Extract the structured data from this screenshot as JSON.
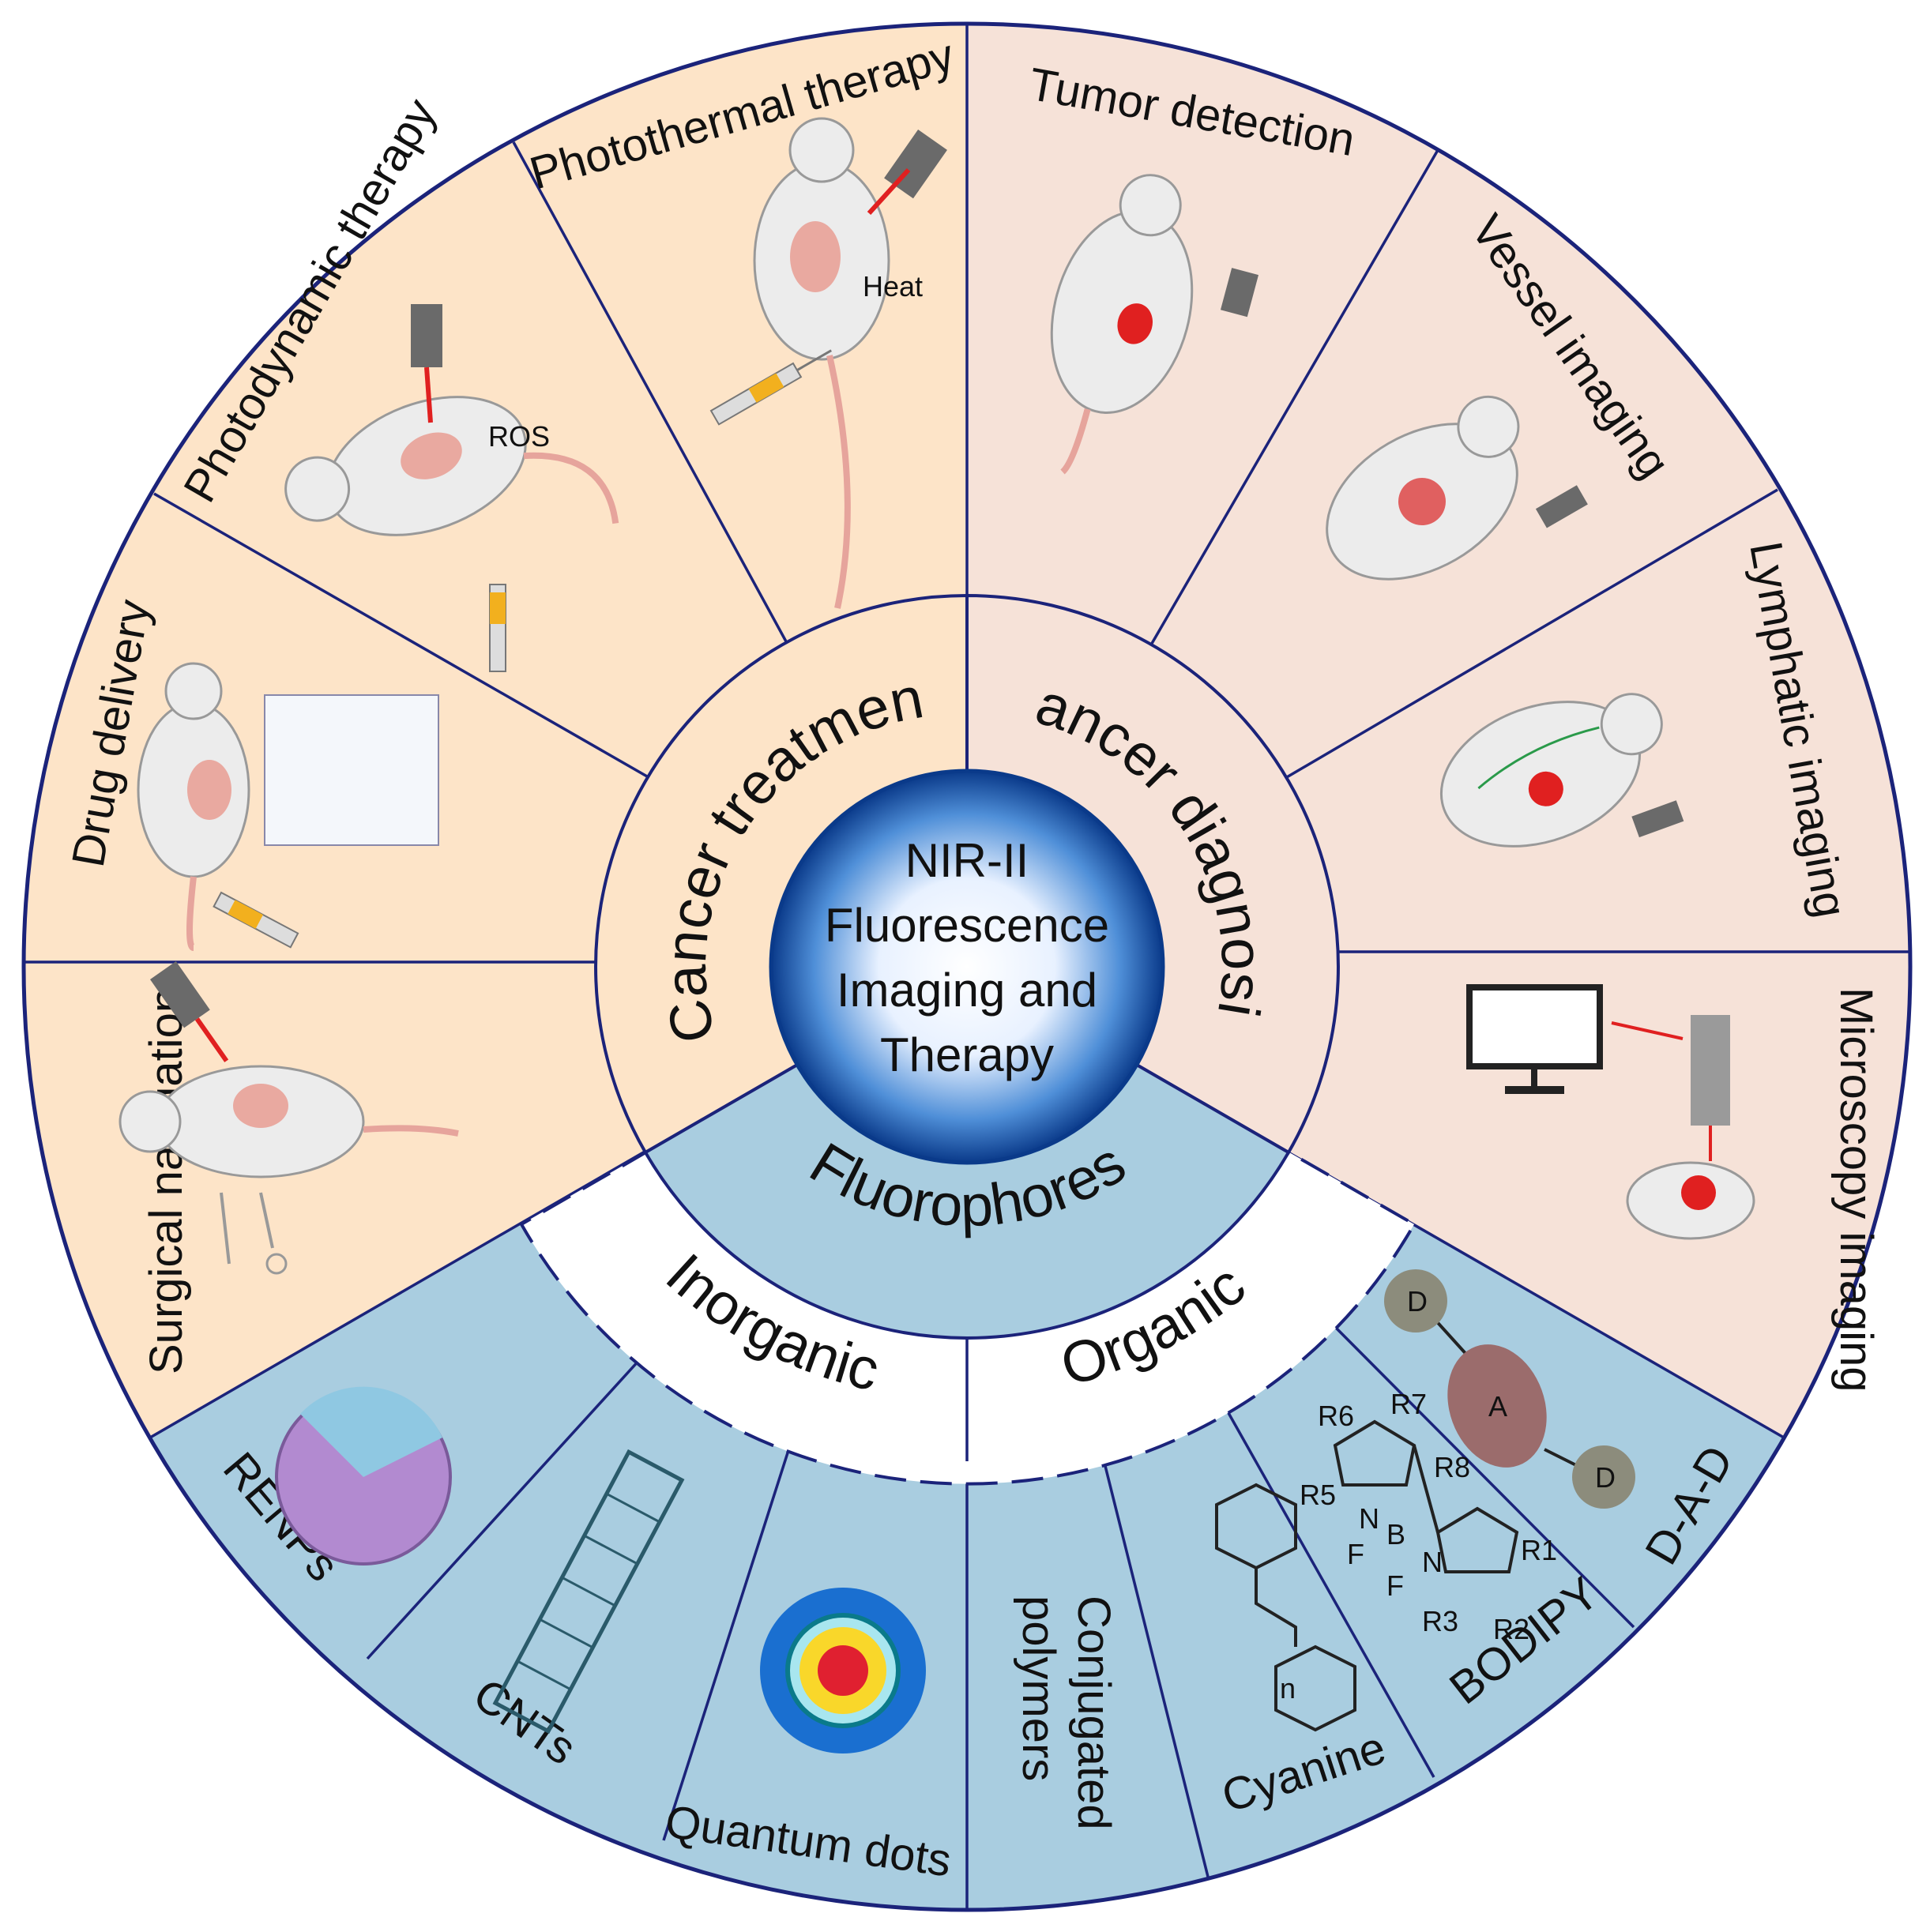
{
  "center_label": [
    "NIR-II",
    "Fluorescence",
    "Imaging and",
    "Therapy"
  ],
  "groups": {
    "treatment": "Cancer treatment",
    "diagnosis": "Cancer diagnosis",
    "fluorophores": "Fluorophores",
    "inorganic": "Inorganic",
    "organic": "Organic"
  },
  "segments": [
    {
      "id": "photothermal",
      "label": "Photothermal therapy",
      "note": "Heat"
    },
    {
      "id": "photodynamic",
      "label": "Photodynamic therapy",
      "note": "ROS"
    },
    {
      "id": "drug",
      "label": "Drug delivery"
    },
    {
      "id": "surgical",
      "label": "Surgical navigation"
    },
    {
      "id": "tumor",
      "label": "Tumor detection"
    },
    {
      "id": "vessel",
      "label": "Vessel imaging"
    },
    {
      "id": "lymphatic",
      "label": "Lymphatic imaging"
    },
    {
      "id": "microscopy",
      "label": "Microscopy imaging"
    },
    {
      "id": "renps",
      "label": "RENPs"
    },
    {
      "id": "cnts",
      "label": "CNTs"
    },
    {
      "id": "qdots",
      "label": "Quantum dots"
    },
    {
      "id": "polymers",
      "label": [
        "Conjugated",
        "polymers"
      ]
    },
    {
      "id": "cyanine",
      "label": "Cyanine",
      "sub_n": "n"
    },
    {
      "id": "bodipy",
      "label": "BODIPY",
      "substituents": [
        "R1",
        "R2",
        "R3",
        "R5",
        "R6",
        "R7",
        "R8"
      ],
      "atoms": [
        "N",
        "N",
        "B",
        "F",
        "F"
      ]
    },
    {
      "id": "dad",
      "label": "D-A-D",
      "nodes": [
        "D",
        "A",
        "D"
      ]
    }
  ],
  "colors": {
    "treatment_bg": "#fde4c8",
    "diagnosis_bg": "#f6e2d8",
    "fluorophore_bg": "#a9cde0",
    "outline": "#1b237a",
    "hub_dark": "#0a3a8a",
    "hub_light": "#ffffff",
    "laser": "#e02020"
  }
}
